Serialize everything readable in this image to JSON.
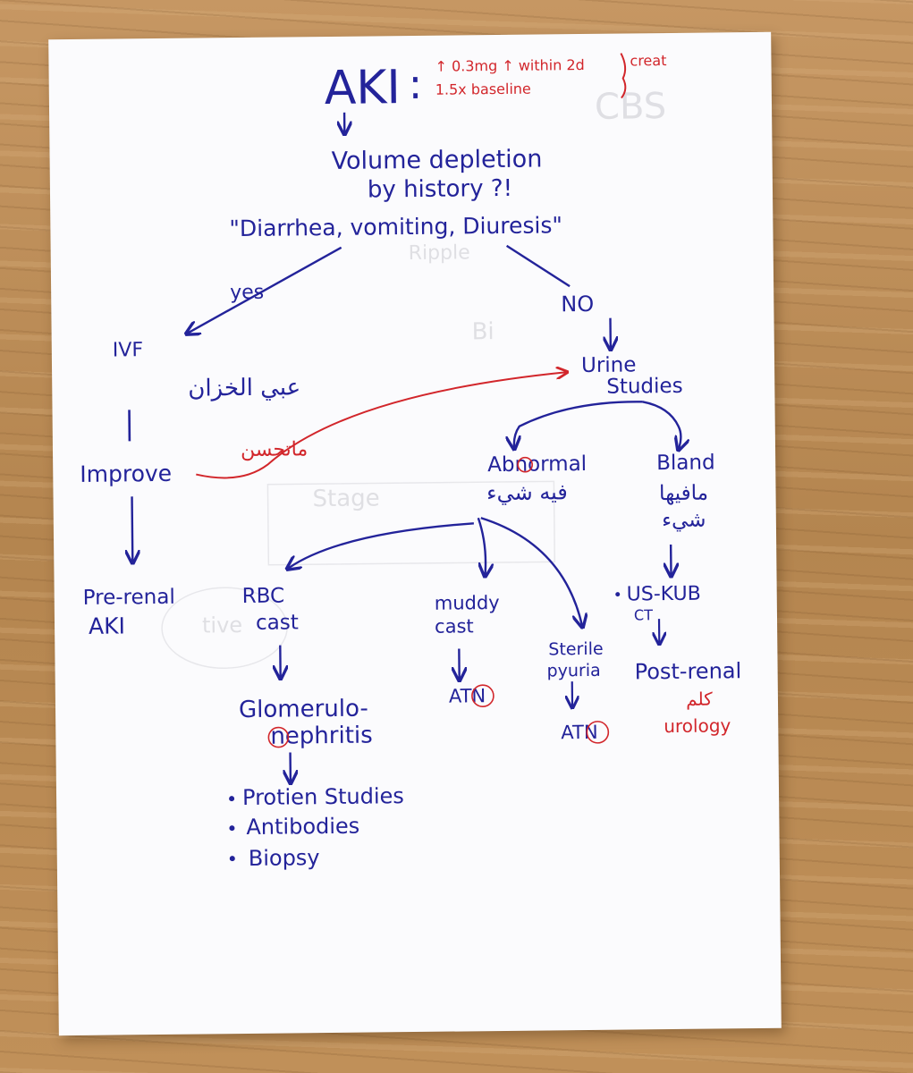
{
  "colors": {
    "ink": "#23239a",
    "red_ink": "#d2262b",
    "paper": "#fbfbfd"
  },
  "root": {
    "title": "AKI",
    "criteria_1": "↑ 0.3mg ↑ within 2d",
    "criteria_2": "1.5x baseline",
    "criteria_unit": "creat"
  },
  "question": {
    "line1": "Volume depletion",
    "line2": "by history ?!",
    "line3": "\"Diarrhea, vomiting, Diuresis\""
  },
  "yes_branch": {
    "label": "yes",
    "step1": "IVF",
    "step1_arabic": "عبي الخزان",
    "step2": "Improve",
    "failed_note": "ماتحسن",
    "result_line1": "Pre-renal",
    "result_line2": "AKI"
  },
  "no_branch": {
    "label": "NO",
    "step1_line1": "Urine",
    "step1_line2": "Studies"
  },
  "abnormal": {
    "label": "Abnormal",
    "arabic": "فيه شيء",
    "rbc_line1": "RBC",
    "rbc_line2": "cast",
    "gn_line1": "Glomerulo-",
    "gn_line2": "nephritis",
    "workup": [
      "Protien Studies",
      "Antibodies",
      "Biopsy"
    ],
    "muddy_line1": "muddy",
    "muddy_line2": "cast",
    "muddy_result": "ATN",
    "sterile_line1": "Sterile",
    "sterile_line2": "pyuria",
    "sterile_result": "ATN"
  },
  "bland": {
    "label": "Bland",
    "arabic_line1": "مافيها",
    "arabic_line2": "شيء",
    "imaging_line1": "US-KUB",
    "imaging_line2": "CT",
    "result": "Post-renal",
    "referral_arabic": "كلم",
    "referral": "urology"
  },
  "show_through": [
    "CBS",
    "Ripple",
    "Bi",
    "Stage",
    "tive"
  ]
}
